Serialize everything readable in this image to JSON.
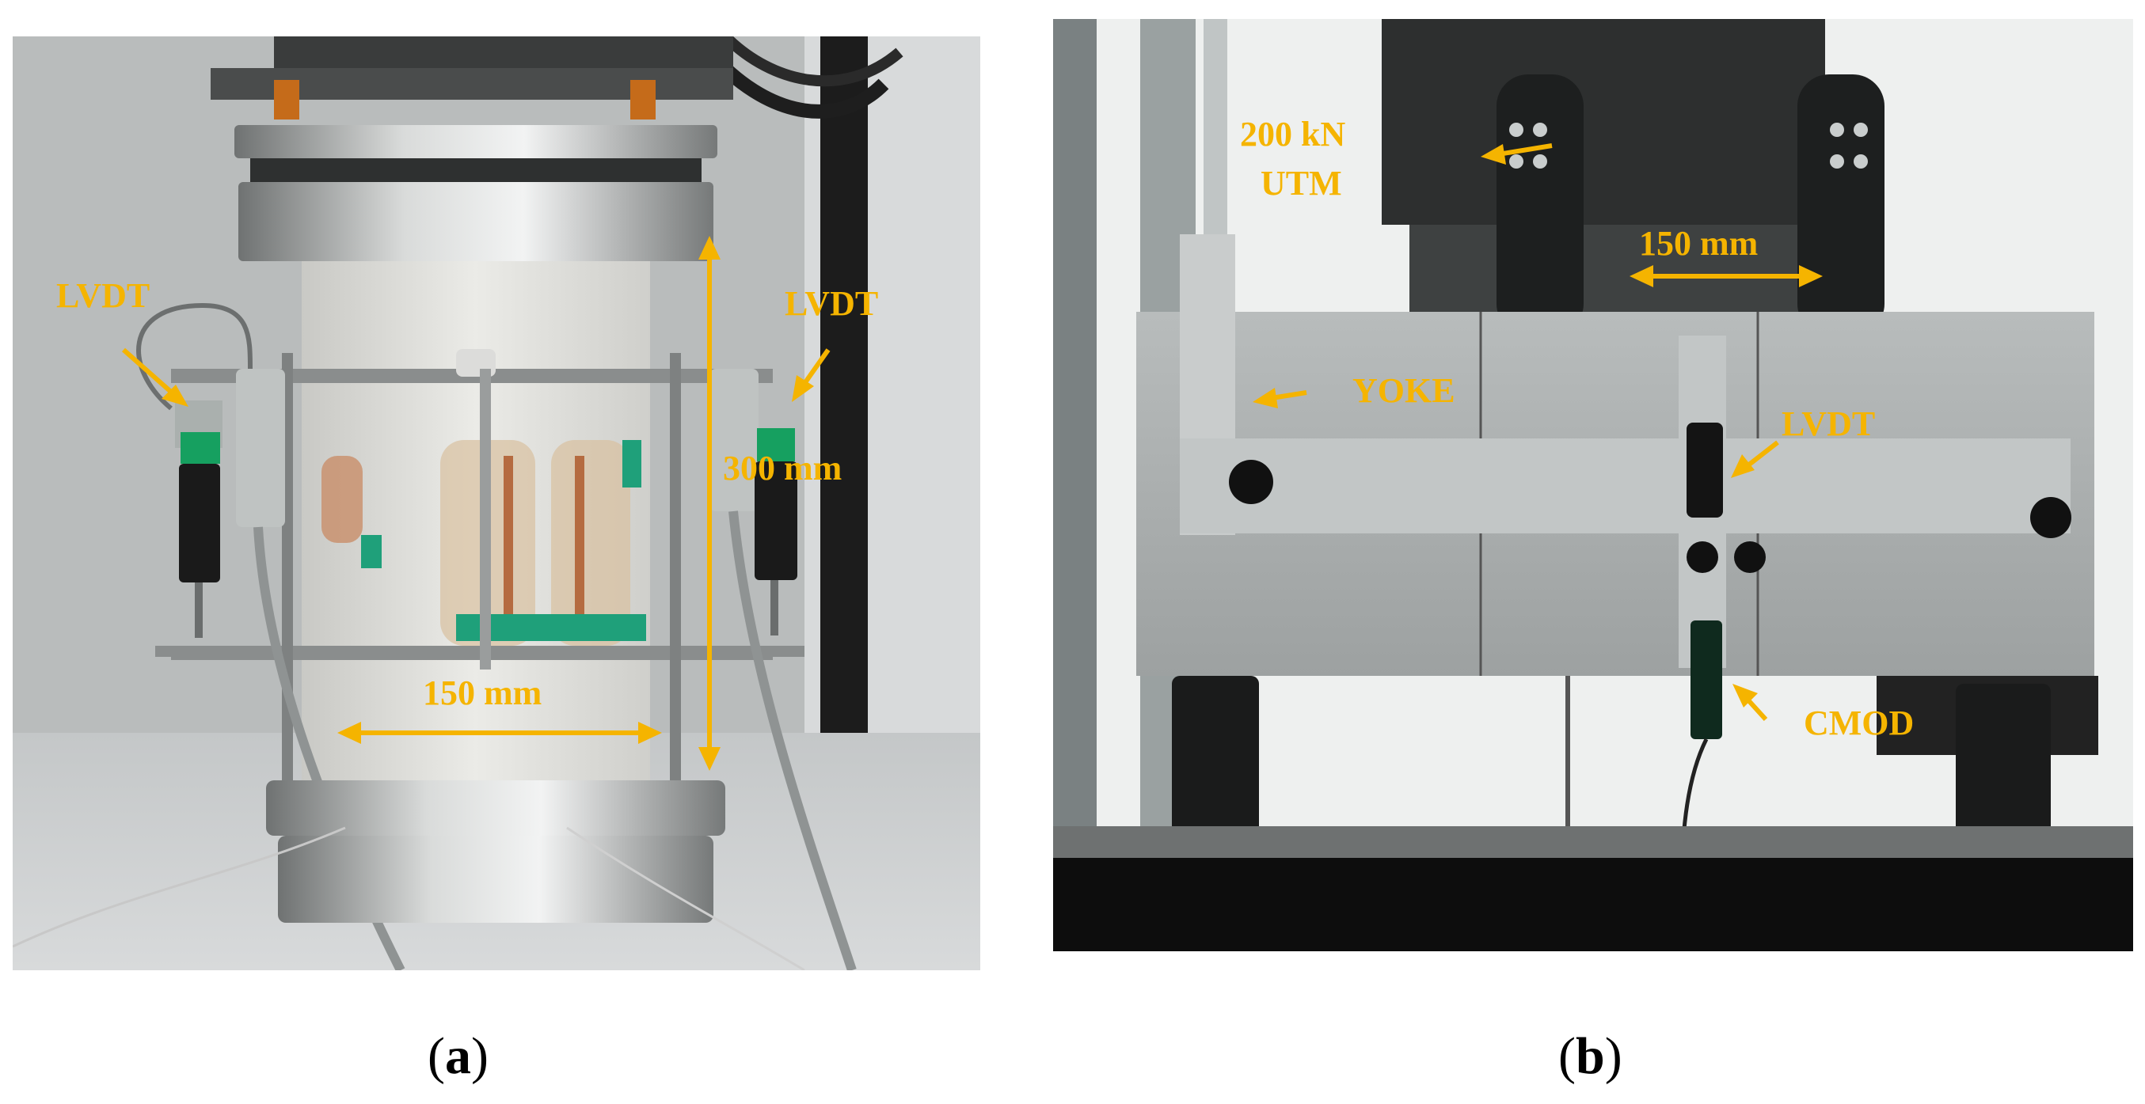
{
  "colors": {
    "annotation": "#f5b400",
    "caption": "#000000"
  },
  "panel_a": {
    "labels": {
      "lvdt_left": "LVDT",
      "lvdt_right": "LVDT",
      "height": "300 mm",
      "width": "150 mm"
    },
    "caption": {
      "open": "(",
      "letter": "a",
      "close": ")"
    }
  },
  "panel_b": {
    "labels": {
      "utm_line1": "200 kN",
      "utm_line2": "UTM",
      "span": "150 mm",
      "yoke": "YOKE",
      "lvdt": "LVDT",
      "cmod": "CMOD"
    },
    "caption": {
      "open": "(",
      "letter": "b",
      "close": ")"
    }
  }
}
